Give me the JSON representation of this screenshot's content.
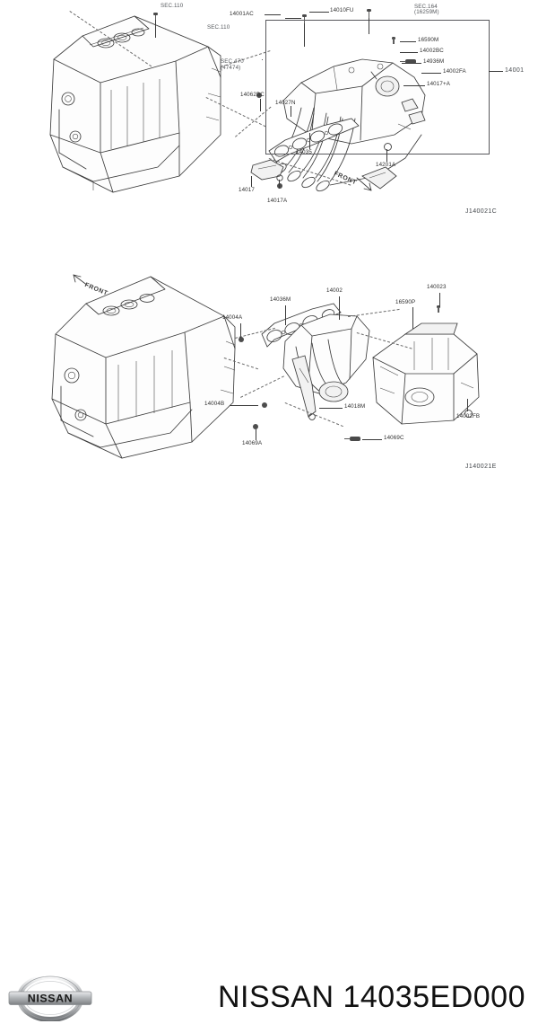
{
  "document": {
    "brand": "NISSAN",
    "part_number": "14035ED000",
    "footer_title": "NISSAN 14035ED000"
  },
  "diagrams": [
    {
      "id": "top",
      "ref_code": "J140021C",
      "orientation_marker": "FRONT",
      "section_refs": [
        "SEC.110",
        "SEC.110",
        "SEC.470\n(47474)"
      ],
      "callouts": [
        {
          "code": "14001AC"
        },
        {
          "code": "14010FU"
        },
        {
          "code": "SEC.164\n(16259M)"
        },
        {
          "code": "16590M"
        },
        {
          "code": "14002BC"
        },
        {
          "code": "14936M"
        },
        {
          "code": "14002FA"
        },
        {
          "code": "14017+A"
        },
        {
          "code": "14001"
        },
        {
          "code": "14062BC"
        },
        {
          "code": "14027N"
        },
        {
          "code": "14035"
        },
        {
          "code": "14017"
        },
        {
          "code": "14017A"
        },
        {
          "code": "14201A"
        }
      ]
    },
    {
      "id": "bottom",
      "ref_code": "J140021E",
      "orientation_marker": "FRONT",
      "callouts": [
        {
          "code": "14004A"
        },
        {
          "code": "14036M"
        },
        {
          "code": "14002"
        },
        {
          "code": "140023"
        },
        {
          "code": "16590P"
        },
        {
          "code": "14004B"
        },
        {
          "code": "14069A"
        },
        {
          "code": "14018M"
        },
        {
          "code": "14069C"
        },
        {
          "code": "14002FB"
        }
      ]
    }
  ]
}
